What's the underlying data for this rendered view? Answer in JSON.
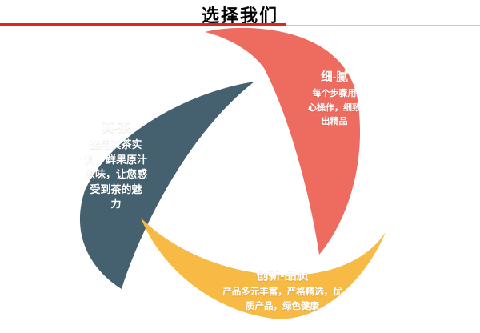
{
  "header": {
    "title": "选择我们",
    "underline_color": "#E1251B",
    "underline_gray_color": "#C8C8C8"
  },
  "diagram": {
    "segments": [
      {
        "name": "fine-delicate",
        "color": "#ED6B5F",
        "heading": "细-腻",
        "lines": [
          "每个步骤用",
          "心操作，细致",
          "出精品"
        ]
      },
      {
        "name": "real-tea",
        "color": "#45616F",
        "heading": "真-茶",
        "lines": [
          "选用真茶实",
          "料，鲜果原汁",
          "原味，让您感",
          "受到茶的魅",
          "力"
        ]
      },
      {
        "name": "innovation-quality",
        "color": "#F7BA45",
        "heading": "创新-品质",
        "lines": [
          "产品多元丰富，严格精选，优",
          "质产品，绿色健康"
        ]
      }
    ]
  }
}
